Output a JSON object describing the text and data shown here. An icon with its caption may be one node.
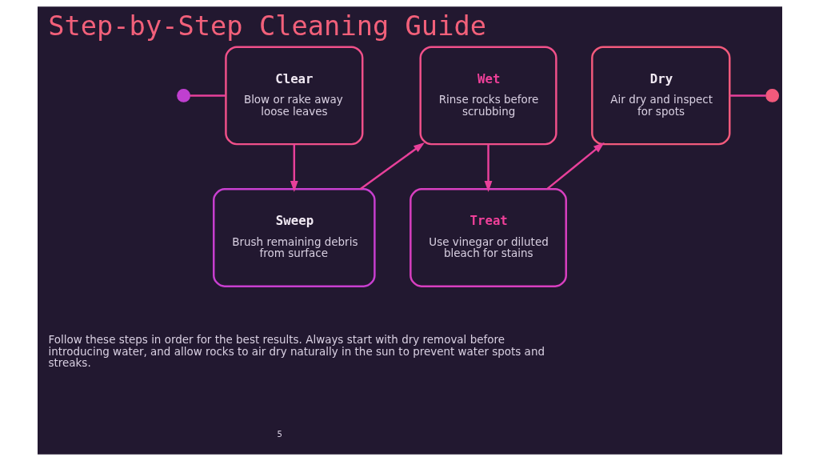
{
  "diagram": {
    "title": "Step-by-Step Cleaning Guide",
    "nodes": [
      {
        "text": [],
        "shape": "circle"
      },
      {
        "text": [
          "Clear",
          "Blow or rake away loose leaves"
        ]
      },
      {
        "text": [
          "Sweep",
          "Brush remaining debris from surface"
        ]
      },
      {
        "text": [
          "Wet",
          "Rinse rocks before scrubbing"
        ]
      },
      {
        "text": [
          "Treat",
          "Use vinegar or diluted bleach for stains"
        ]
      },
      {
        "text": [
          "Dry",
          "Air dry and inspect for spots"
        ]
      },
      {
        "text": [],
        "shape": "circle"
      }
    ],
    "edges": [
      {
        "from": 0,
        "to": 1,
        "arrow": "none"
      },
      {
        "from": 1,
        "to": 2,
        "arrow": "to"
      },
      {
        "from": 2,
        "to": 3,
        "arrow": "to"
      },
      {
        "from": 3,
        "to": 4,
        "arrow": "to"
      },
      {
        "from": 4,
        "to": 5,
        "arrow": "to"
      },
      {
        "from": 5,
        "to": 6,
        "arrow": "none"
      }
    ],
    "labels": [
      "Follow these steps in order for the best results. Always start with dry removal before introducing water, and allow rocks to air dry naturally in the sun to prevent water spots and streaks.",
      "5"
    ]
  }
}
